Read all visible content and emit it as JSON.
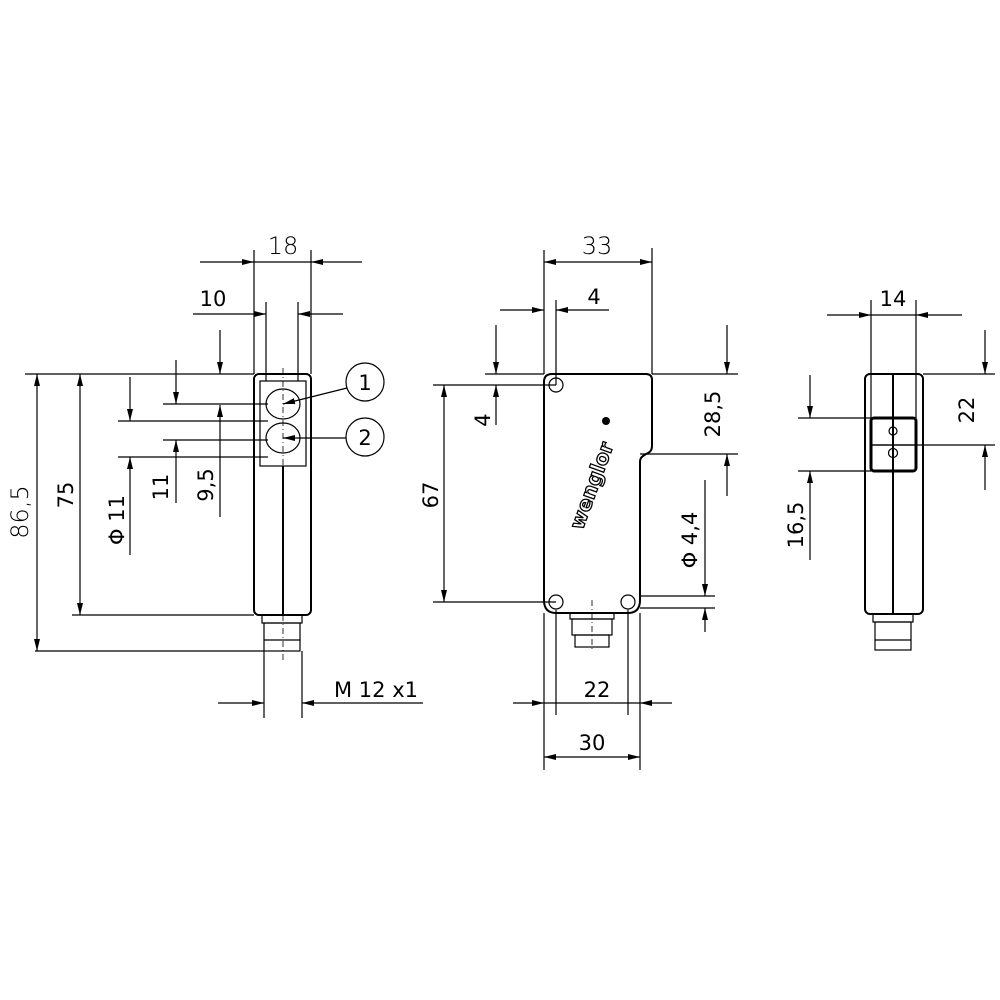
{
  "left_view": {
    "dim_width": "18",
    "dim_lens_width": "10",
    "dim_total_height": "86,5",
    "dim_body_height": "75",
    "dim_lens_diameter": "Φ 11",
    "dim_lens_spacing": "11",
    "dim_lens_offset": "9,5",
    "callout_1": "1",
    "callout_2": "2",
    "thread": "M 12 x1"
  },
  "front_view": {
    "dim_width": "33",
    "dim_hole_offset_x": "4",
    "dim_hole_offset_y": "4",
    "dim_hole_spacing_v": "67",
    "dim_step_height": "28,5",
    "dim_hole_diameter": "Φ 4,4",
    "dim_hole_spacing_h": "22",
    "dim_base_width": "30",
    "logo": "wenglor"
  },
  "right_view": {
    "dim_width": "14",
    "dim_window_offset": "22",
    "dim_window_height": "16,5"
  }
}
